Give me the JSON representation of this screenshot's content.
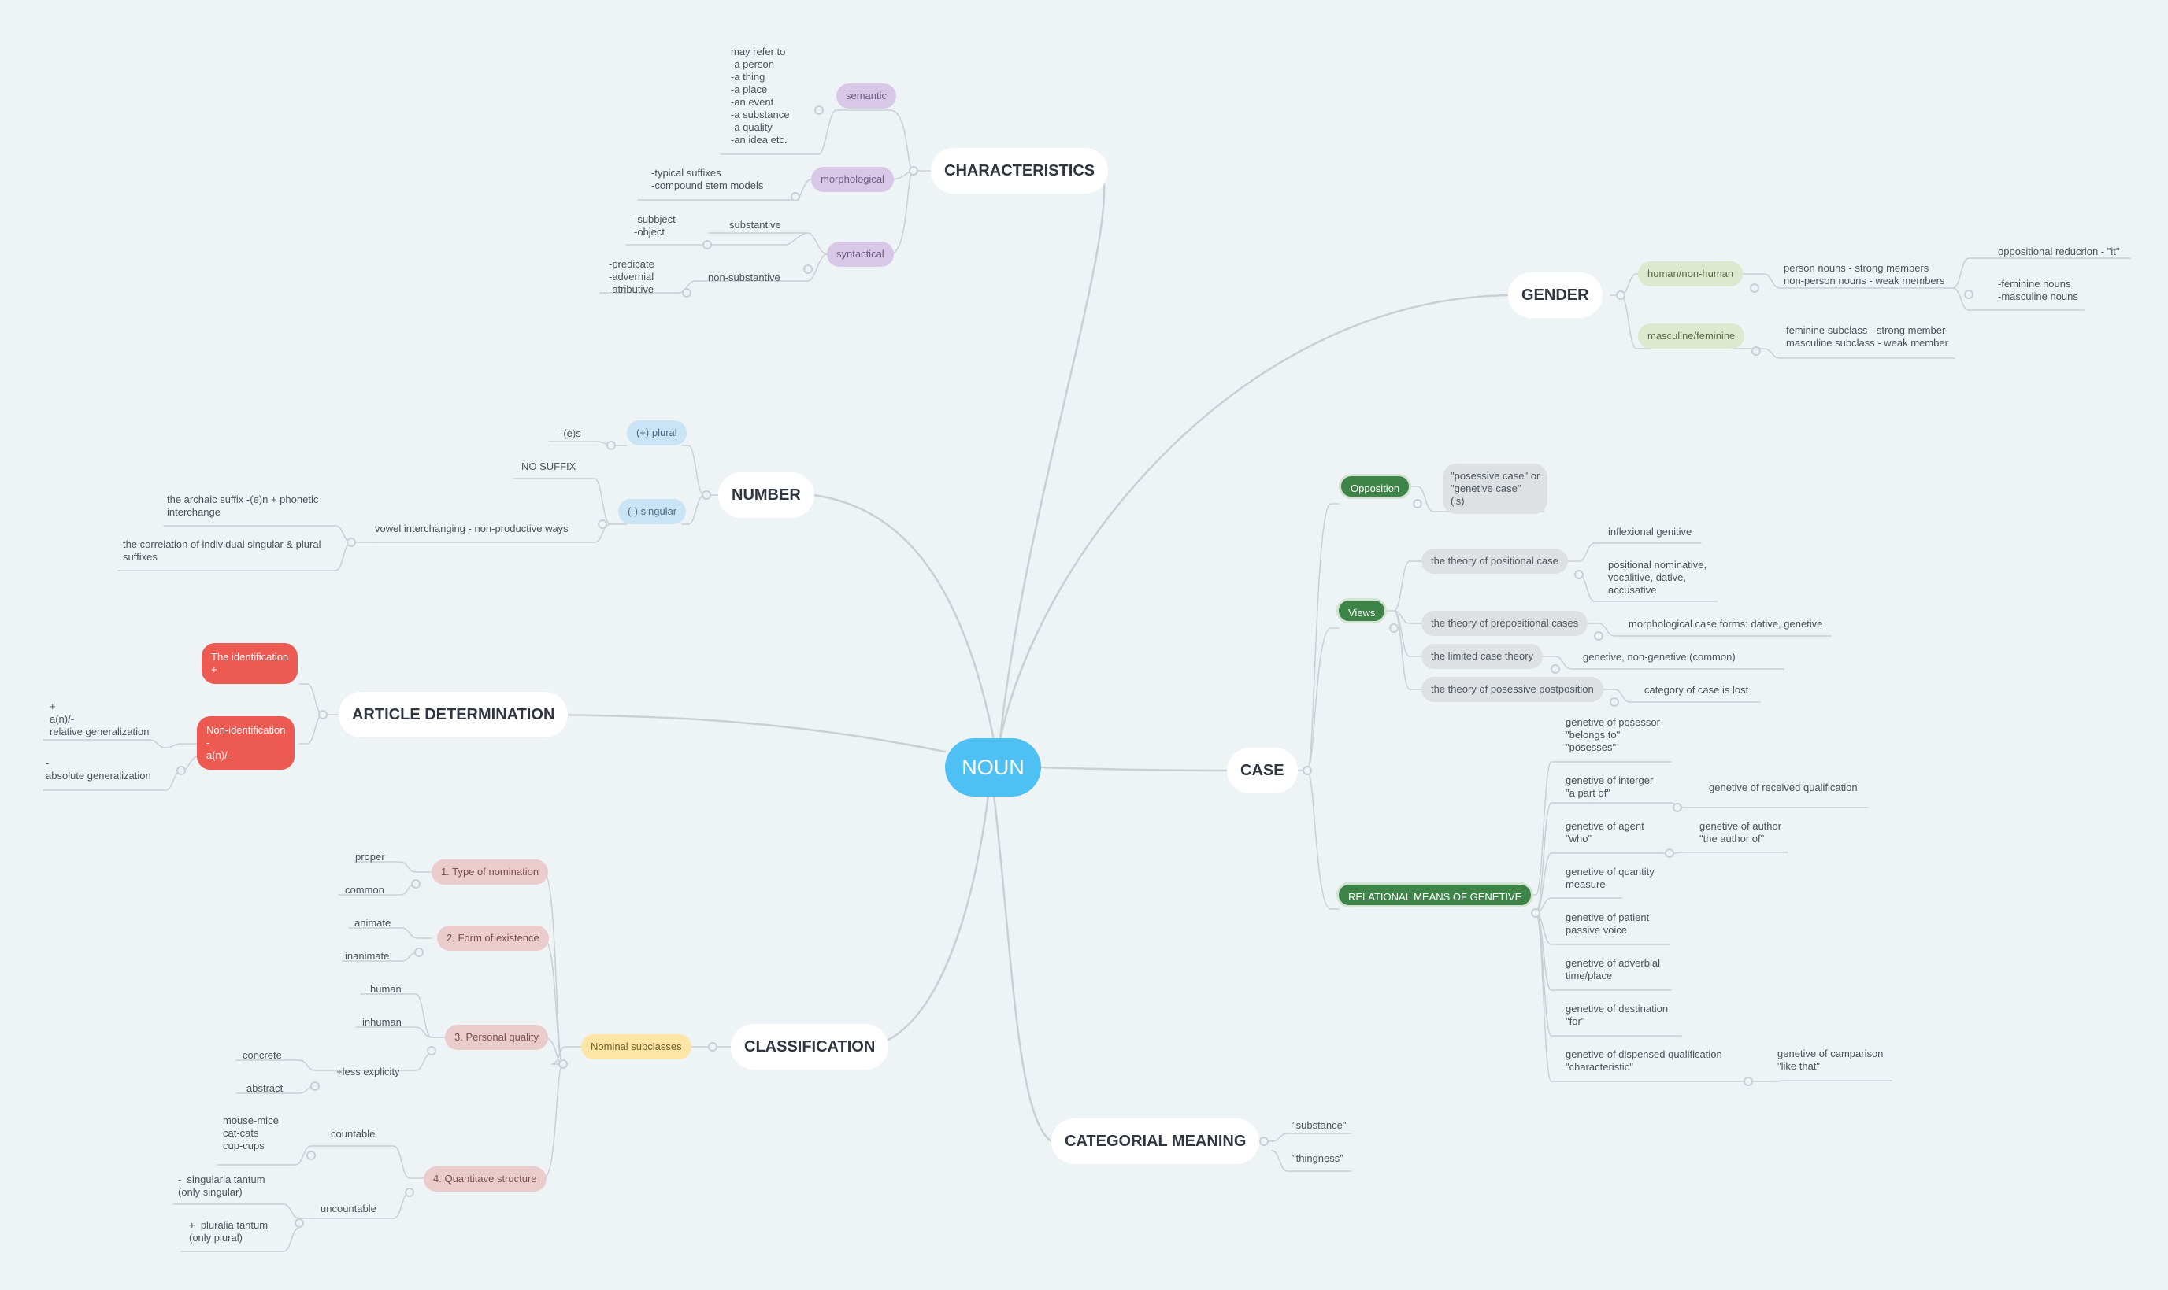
{
  "center": "NOUN",
  "characteristics": {
    "title": "CHARACTERISTICS",
    "semantic": {
      "label": "semantic",
      "text": "may refer to\n-a person\n-a thing\n-a place\n-an event\n-a substance\n-a quality\n-an idea etc."
    },
    "morphological": {
      "label": "morphological",
      "text": "-typical suffixes\n-compound stem models"
    },
    "syntactical": {
      "label": "syntactical",
      "substantive": "substantive",
      "substantive_text": "-subbject\n-object",
      "non_substantive": "non-substantive",
      "non_substantive_text": "-predicate\n-advernial\n-atributive"
    }
  },
  "gender": {
    "title": "GENDER",
    "human": {
      "label": "human/non-human",
      "text": "person nouns - strong members\nnon-person nouns - weak members",
      "sub1": "oppositional reducrion - \"it\"",
      "sub2": "-feminine nouns\n-masculine nouns"
    },
    "masculine": {
      "label": "masculine/feminine",
      "text": "feminine subclass - strong member\nmasculine subclass - weak member"
    }
  },
  "number": {
    "title": "NUMBER",
    "plural": {
      "label": "(+) plural",
      "text": "-(e)s"
    },
    "singular": {
      "label": "(-) singular",
      "no_suffix": "NO SUFFIX",
      "vowel": "vowel interchanging - non-productive ways",
      "archaic": "the archaic suffix -(e)n + phonetic\ninterchange",
      "correlation": "the correlation of individual singular & plural\nsuffixes"
    }
  },
  "article": {
    "title": "ARTICLE DETERMINATION",
    "ident": "The identification\n+",
    "nonident": "Non-identification\n-\na(n)/-",
    "relative": "+\na(n)/-\nrelative generalization",
    "absolute": "-\nabsolute generalization"
  },
  "classification": {
    "title": "CLASSIFICATION",
    "nominal": "Nominal subclasses",
    "type": {
      "label": "1. Type of nomination",
      "a": "proper",
      "b": "common"
    },
    "form": {
      "label": "2. Form of existence",
      "a": "animate",
      "b": "inanimate"
    },
    "personal": {
      "label": "3. Personal quality",
      "a": "human",
      "b": "inhuman",
      "c": "+less explicity",
      "c1": "concrete",
      "c2": "abstract"
    },
    "quant": {
      "label": "4. Quantitave structure",
      "countable": "countable",
      "countable_ex": "mouse-mice\ncat-cats\ncup-cups",
      "uncountable": "uncountable",
      "sing": "-  singularia tantum\n(only singular)",
      "plur": "+  pluralia tantum\n(only plural)"
    }
  },
  "case": {
    "title": "CASE",
    "opposition": {
      "label": "Opposition",
      "text": "\"posessive case\" or\n\"genetive case\"\n('s)"
    },
    "views": {
      "label": "Views",
      "positional": "the theory of positional case",
      "inflexional": "inflexional genitive",
      "positional_text": "positional nominative,\nvocalitive, dative,\naccusative",
      "prepositional": "the theory of prepositional cases",
      "prepositional_text": "morphological case forms: dative, genetive",
      "limited": "the limited case theory",
      "limited_text": "genetive, non-genetive (common)",
      "posessive": "the theory of posessive postposition",
      "posessive_text": "category of case is lost"
    },
    "relational": {
      "label": "RELATIONAL MEANS OF GENETIVE",
      "posessor": "genetive of posessor\n\"belongs to\"\n\"posesses\"",
      "interger": "genetive of interger\n\"a part of\"",
      "received": "genetive of received qualification",
      "agent": "genetive of agent\n\"who\"",
      "author": "genetive of author\n\"the author of\"",
      "quantity": "genetive of quantity\nmeasure",
      "patient": "genetive of patient\npassive voice",
      "adverbial": "genetive of adverbial\ntime/place",
      "destination": "genetive of destination\n\"for\"",
      "dispensed": "genetive of dispensed qualification\n\"characteristic\"",
      "comparison": "genetive of camparison\n\"like that\""
    }
  },
  "categorial": {
    "title": "CATEGORIAL MEANING",
    "a": "\"substance\"",
    "b": "\"thingness\""
  },
  "colors": {
    "center": "#4fc0f4",
    "link": "#c9cfd4",
    "dark_green": "#3e8448",
    "red": "#ed5a52"
  }
}
